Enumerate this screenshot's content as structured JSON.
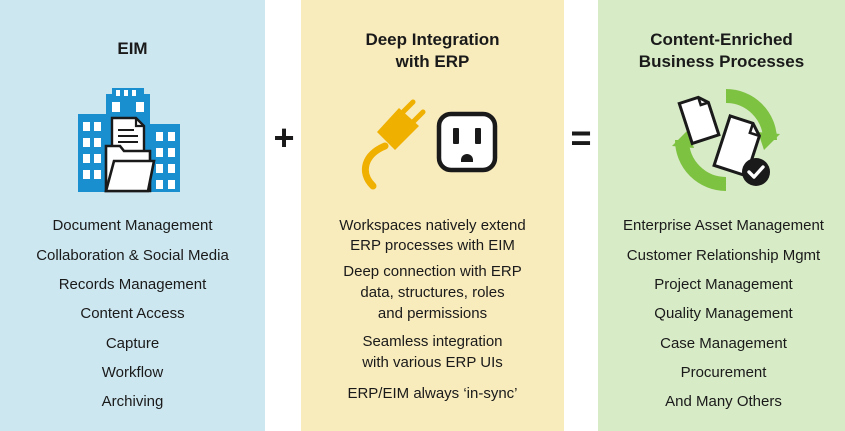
{
  "columns": [
    {
      "title_lines": [
        "EIM"
      ],
      "items": [
        "Document Management",
        "Collaboration & Social Media",
        "Records Management",
        "Content Access",
        "Capture",
        "Workflow",
        "Archiving"
      ],
      "color": "#cde7f0"
    },
    {
      "title_lines": [
        "Deep Integration",
        "with ERP"
      ],
      "items": [
        [
          "Workspaces natively extend",
          "ERP processes with EIM"
        ],
        [
          "Deep connection with ERP",
          "data, structures, roles",
          "and permissions"
        ],
        [
          "Seamless integration",
          "with various ERP UIs"
        ],
        [
          "ERP/EIM always ‘in-sync’"
        ]
      ],
      "color": "#f8ebbc"
    },
    {
      "title_lines": [
        "Content-Enriched",
        "Business Processes"
      ],
      "items": [
        "Enterprise Asset Management",
        "Customer Relationship Mgmt",
        "Project Management",
        "Quality Management",
        "Case Management",
        "Procurement",
        "And Many Others"
      ],
      "color": "#d7ebc6"
    }
  ],
  "operators": {
    "plus": "+",
    "equals": "="
  },
  "icons": [
    "office-building-document-folder-icon",
    "power-plug-outlet-icon",
    "recycle-documents-checkmark-icon"
  ],
  "accent_colors": {
    "building_blue": "#1a8fd0",
    "plug_orange": "#f0b000",
    "cycle_green": "#7ec242"
  }
}
